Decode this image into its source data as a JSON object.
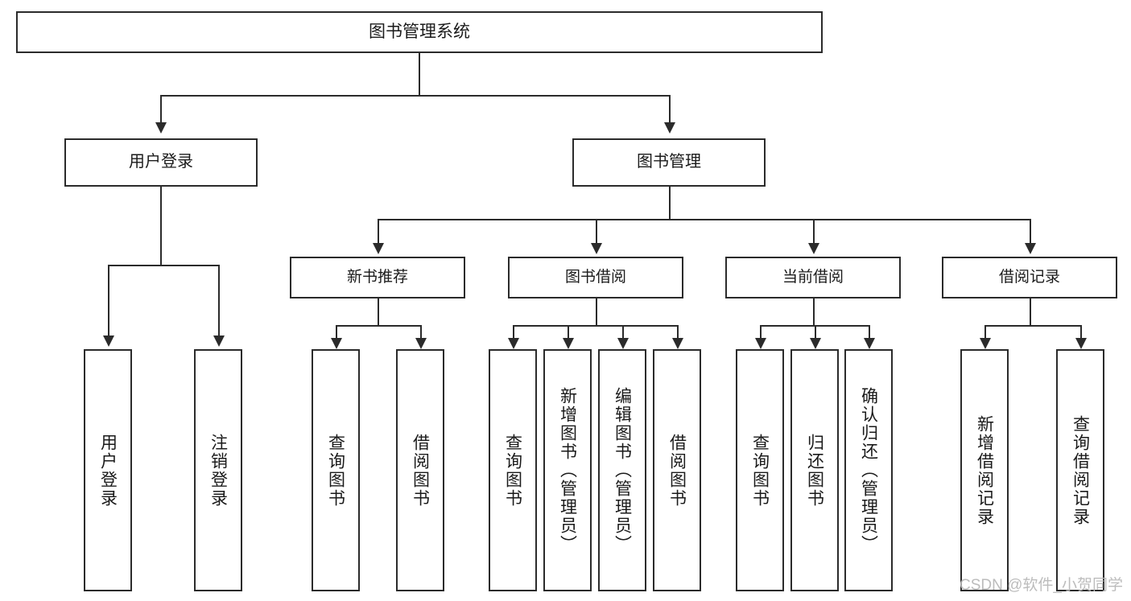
{
  "diagram": {
    "title": "图书管理系统",
    "type": "tree",
    "watermark": "CSDN @软件_小贺同学",
    "colors": {
      "stroke": "#2b2b2b",
      "fill": "#ffffff",
      "text": "#1a1a1a",
      "watermark": "#b9b9b9"
    },
    "root": {
      "label": "图书管理系统"
    },
    "level2": [
      {
        "label": "用户登录"
      },
      {
        "label": "图书管理"
      }
    ],
    "level3": [
      {
        "label": "新书推荐"
      },
      {
        "label": "图书借阅"
      },
      {
        "label": "当前借阅"
      },
      {
        "label": "借阅记录"
      }
    ],
    "leaves": {
      "user_login": [
        {
          "label": "用户登录"
        },
        {
          "label": "注销登录"
        }
      ],
      "new_book_recommend": [
        {
          "label": "查询图书"
        },
        {
          "label": "借阅图书"
        }
      ],
      "book_borrow": [
        {
          "label": "查询图书"
        },
        {
          "label": "新增图书（管理员）"
        },
        {
          "label": "编辑图书（管理员）"
        },
        {
          "label": "借阅图书"
        }
      ],
      "current_borrow": [
        {
          "label": "查询图书"
        },
        {
          "label": "归还图书"
        },
        {
          "label": "确认归还（管理员）"
        }
      ],
      "borrow_record": [
        {
          "label": "新增借阅记录"
        },
        {
          "label": "查询借阅记录"
        }
      ]
    }
  }
}
